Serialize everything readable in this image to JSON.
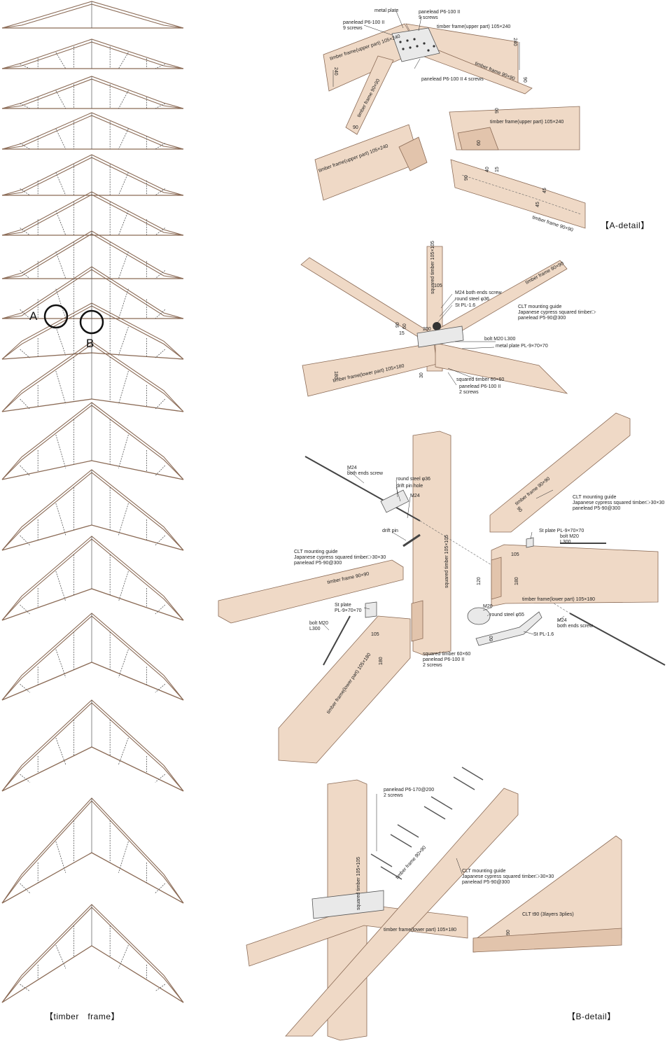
{
  "captions": {
    "timber_frame": "【timber　frame】",
    "a_detail": "【A-detail】",
    "b_detail": "【B-detail】"
  },
  "markers": {
    "a": "A",
    "b": "B"
  },
  "colors": {
    "wood": "#efd9c6",
    "wood_shade": "#e2c4ac",
    "outline": "#8a6a55",
    "ink": "#222222"
  },
  "labels": {
    "a1": {
      "metal_plate": "metal plate",
      "panelead_9_l1": "panelead P6-100 II",
      "panelead_9_l2": "9 screws",
      "panelead_9r_l1": "panelead P6-100 II",
      "panelead_9r_l2": "9 screws",
      "tf_upper_right": "timber frame(upper part) 105×240",
      "dim_240_r": "240",
      "tf_upper_left": "timber frame(upper part) 105×240",
      "dim_240_l": "240",
      "tf_9090_left": "timber frame 90×90",
      "dim_90_l": "90",
      "tf_9090_right": "timber frame 90×90",
      "dim_90_r": "90",
      "panelead_4": "panelead P6-100 II  4 screws",
      "tf_upper_mid": "timber frame(upper part) 105×240",
      "dim_90_m": "90",
      "dim_60": "60",
      "tf_upper_bl": "timber frame(upper part) 105×240",
      "dim_90_b": "90",
      "dim_40": "40",
      "dim_15": "15",
      "dim_45a": "45",
      "dim_45b": "45",
      "tf_9090_br": "timber frame 90×90"
    },
    "a2": {
      "sq_105": "squared timber 105×105",
      "dim_105": "105",
      "m24": "M24 both ends screw",
      "round36": "round steel  φ36",
      "stpl": "St PL-1.6",
      "clt_l1": "CLT mounting guide",
      "clt_l2": "Japanese cypress squared timber□-",
      "clt_l3": "panelead P5-90@300",
      "tf_9090": "timber frame 90×90",
      "dim_90a": "90",
      "dim_60a": "60",
      "dim_15": "15",
      "dim_200": "200",
      "bolt": "bolt M20 L300",
      "plate": "metal plate PL-9×70×70",
      "tf_lower": "timber frame(lower part) 105×180",
      "dim_180": "180",
      "dim_30": "30",
      "sq60": "squared timber 60×60",
      "pan_l1": "panelead P6-100 II",
      "pan_l2": "2 screws"
    },
    "a3": {
      "m24_l1": "M24",
      "m24_l2": "both ends screw",
      "round36": "round steel  φ36",
      "drift_hole": "drift pin hole",
      "m24": "M24",
      "drift_pin": "drift pin",
      "sq_105": "squared timber 105×105",
      "tf_9090_tr": "timber frame 90×90",
      "dim_90_tr": "90",
      "clt_l1": "CLT mounting guide",
      "clt_l2": "Japanese cypress squared timber□-30×30",
      "clt_l3": "panelead P5-90@300",
      "stplate_l1": "St plate  PL-9×70×70",
      "stplate_l2": "bolt M20",
      "stplate_l3": "L300",
      "dim_105": "105",
      "dim_120": "120",
      "dim_180": "180",
      "tf_lower_r": "timber frame(lower part)  105×180",
      "cltl_l1": "CLT mounting guide",
      "cltl_l2": "Japanese cypress squared timber□-30×30",
      "cltl_l3": "panelead P5-90@300",
      "tf_9090_l": "timber frame  90×90",
      "st_plate_l1": "St plate",
      "st_plate_l2": "PL-9×70×70",
      "bolt_l1": "bolt M20",
      "bolt_l2": "L300",
      "m20": "M20",
      "round55": "round steel  φ55",
      "m24b_l1": "M24",
      "m24b_l2": "both ends screw",
      "stpl16": "St PL-1.6",
      "dim_60": "60",
      "dim_105b": "105",
      "dim_180b": "180",
      "tf_lower_l": "timber frame(lower part)  105×180",
      "sq60_l1": "squared timber 60×60",
      "sq60_l2": "panelead  P6-100 II",
      "sq60_l3": "2 screws"
    },
    "b": {
      "pan_l1": "panelead  P6-170@200",
      "pan_l2": "2 screws",
      "sq_105": "squared timber 105×105",
      "tf_9090": "timber frame 90×90",
      "clt_l1": "CLT mounting guide",
      "clt_l2": "Japanese cypress squared timber□-30×30",
      "clt_l3": "panelead P5-90@300",
      "tf_lower": "timber frame(lower part)  105×180",
      "clt_t90": "CLT t90  (3layers 3plies)",
      "dim_90": "90"
    }
  }
}
